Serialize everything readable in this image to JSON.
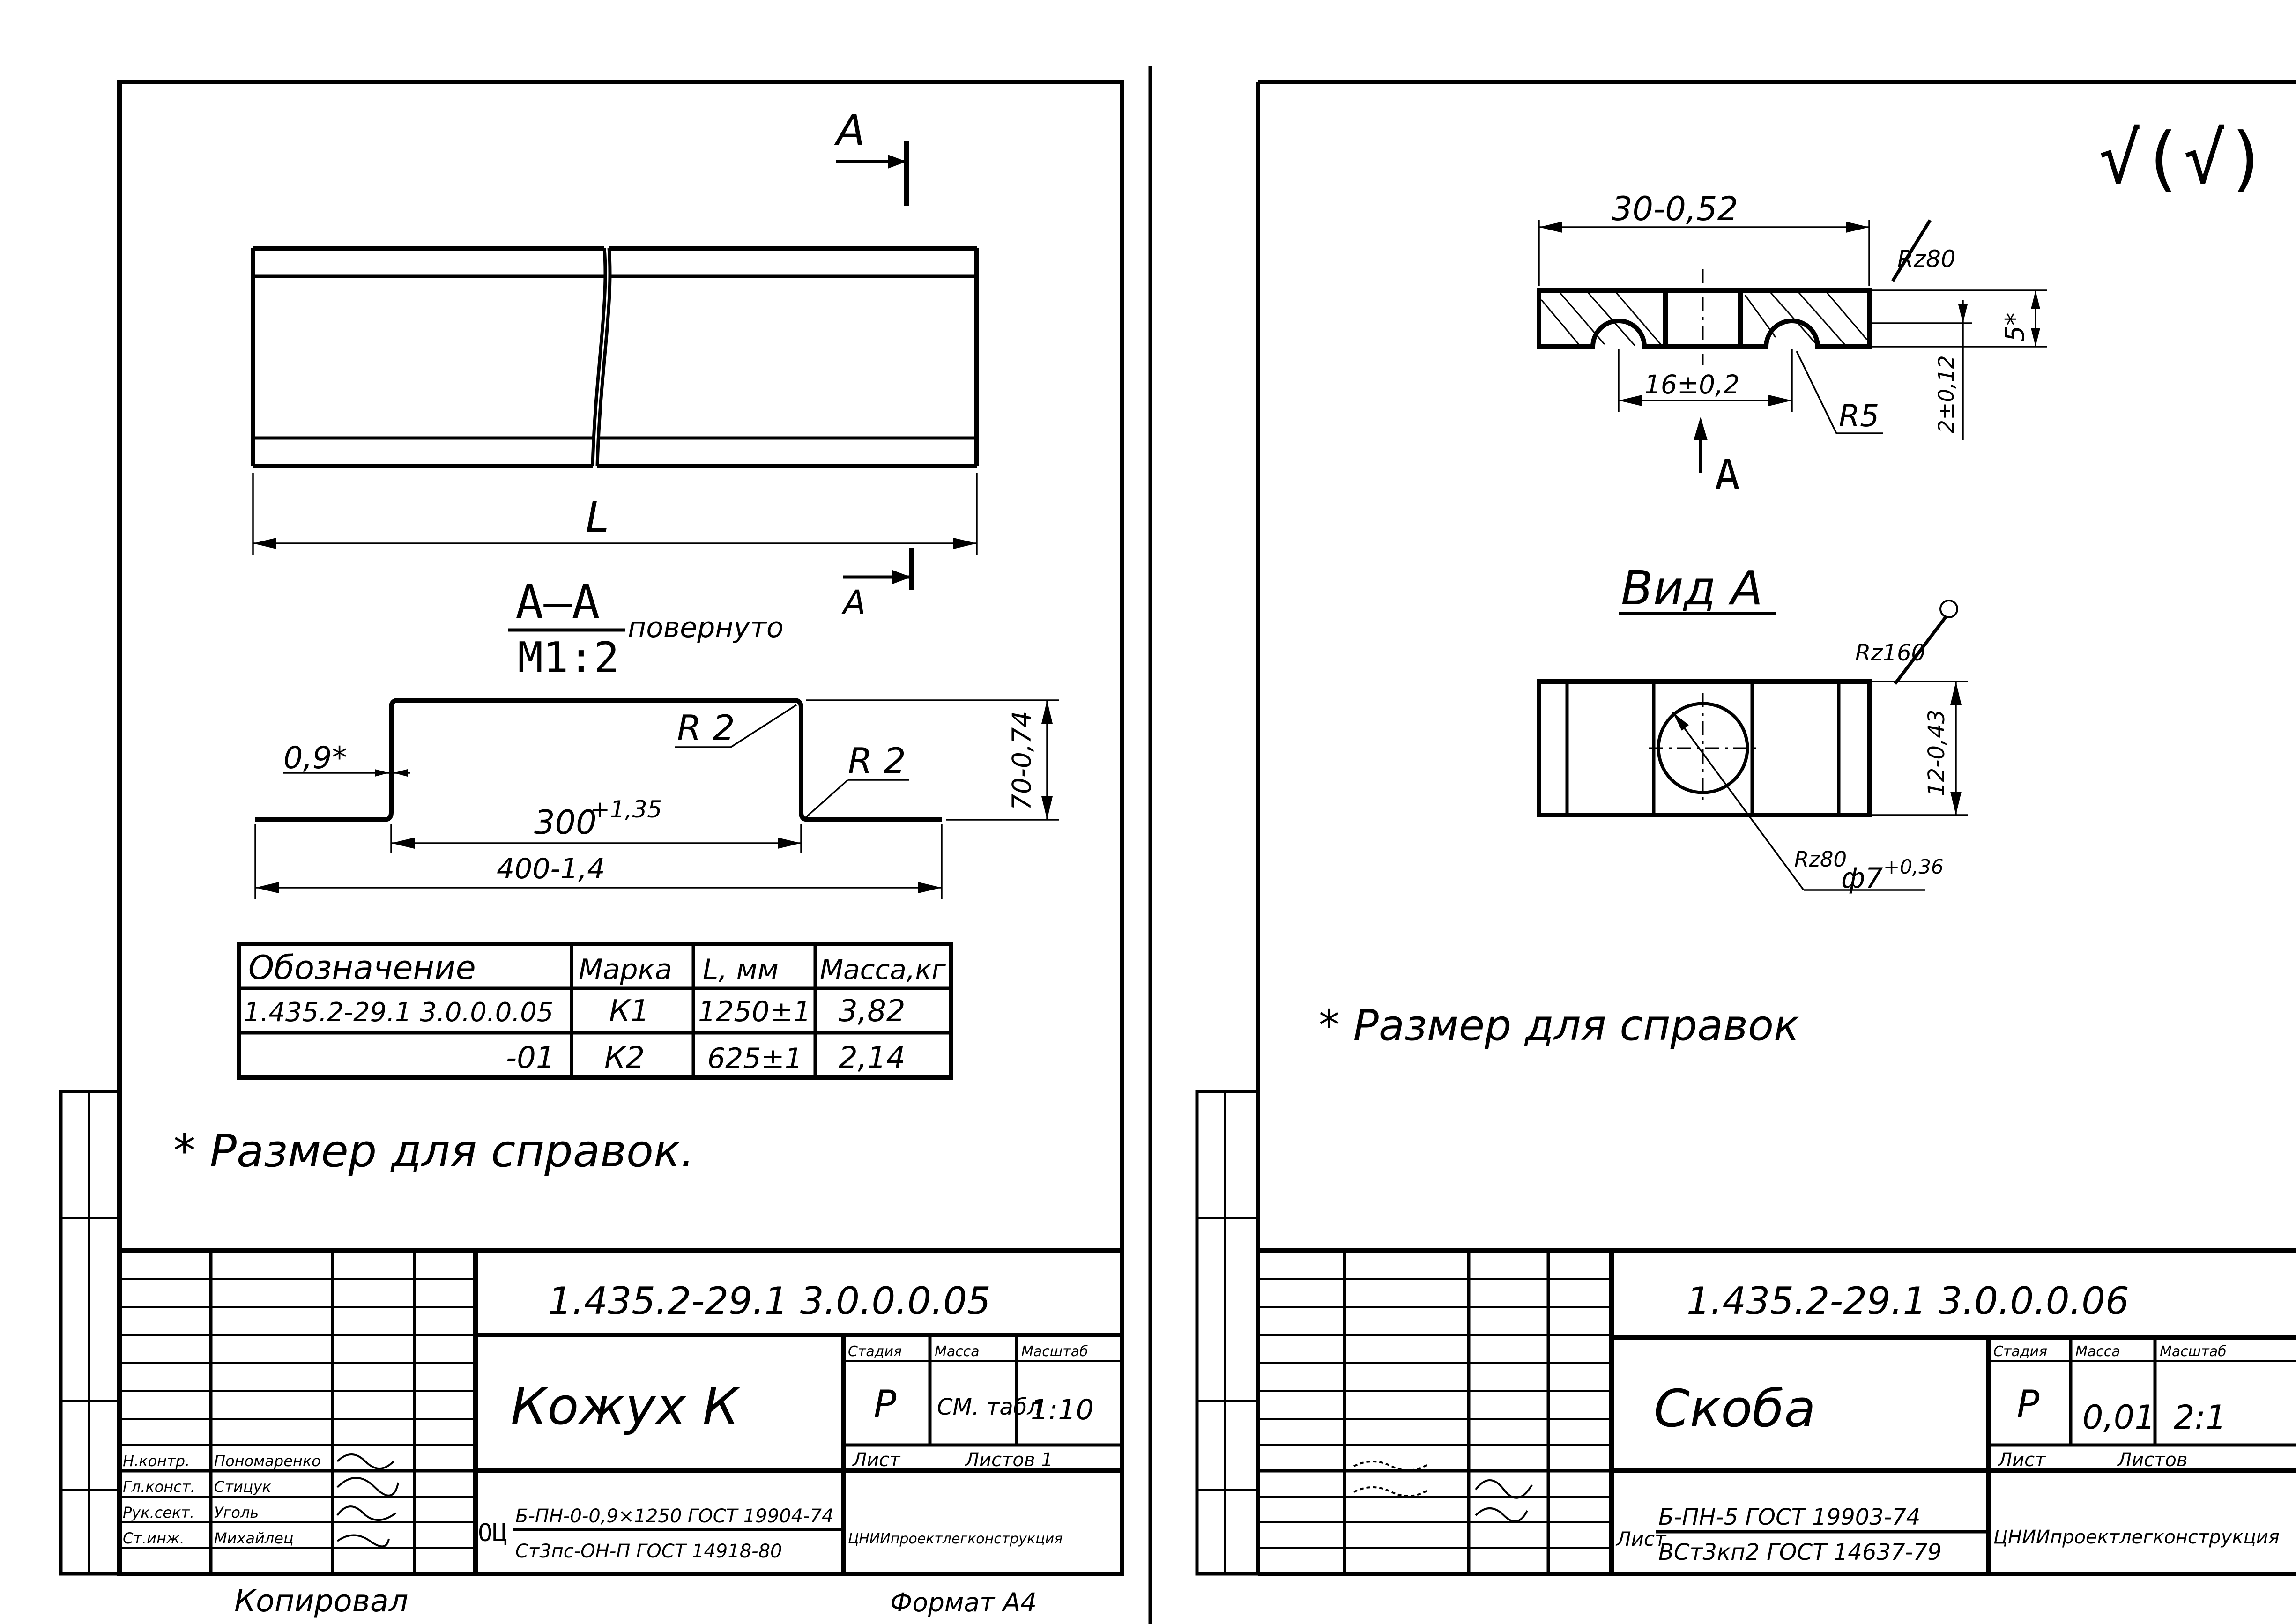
{
  "left_sheet": {
    "section_marker": "А",
    "length_label": "L",
    "section_title_top": "А–А",
    "section_title_bottom": "М1:2",
    "section_note": "повернуто",
    "dims": {
      "thickness": "0,9*",
      "radius_1": "R 2",
      "radius_2": "R 2",
      "inner_width": "300",
      "inner_tol": "+1,35",
      "outer_width": "400-1,4",
      "height": "70-0,74"
    },
    "table": {
      "headers": [
        "Обозначение",
        "Марка",
        "L, мм",
        "Масса,кг"
      ],
      "rows": [
        [
          "1.435.2-29.1 3.0.0.0.05",
          "К1",
          "1250±1",
          "3,82"
        ],
        [
          "-01",
          "К2",
          "625±1",
          "2,14"
        ]
      ]
    },
    "note": "* Размер для справок.",
    "title_block": {
      "doc_code": "1.435.2-29.1   3.0.0.0.05",
      "name": "Кожух К",
      "stage_label": "Стадия",
      "stage": "Р",
      "mass_label": "Масса",
      "mass": "СМ. табл",
      "scale_label": "Масштаб",
      "scale": "1:10",
      "sheet_label": "Лист",
      "sheets_label": "Листов 1",
      "material_line1": "Б-ПН-0-0,9×1250 ГОСТ 19904-74",
      "material_line2": "Ст3пс-ОН-П ГОСТ 14918-80",
      "material_prefix": "ОЦ",
      "org": "ЦНИИпроектлегконструкция",
      "roles": [
        "Н.контр.",
        "Гл.конст.",
        "Рук.сект.",
        "Ст.инж."
      ],
      "names": [
        "Пономаренко",
        "Стицук",
        "Уголь",
        "Михайлец"
      ]
    },
    "footer_copy": "Копировал",
    "footer_format": "Формат А4"
  },
  "right_sheet": {
    "roughness_top": "√(√)",
    "dims": {
      "width": "30-0,52",
      "rz_1": "Rz80",
      "height": "5*",
      "hole_spacing": "16±0,2",
      "radius": "R5",
      "groove": "2±0,12",
      "view_arrow": "А"
    },
    "view_title": "Вид А",
    "view_dims": {
      "rz_2": "Rz160",
      "height": "12-0,43",
      "rz_3": "Rz80",
      "hole": "ф7",
      "hole_tol": "+0,36"
    },
    "note": "* Размер для справок",
    "title_block": {
      "doc_code": "1.435.2-29.1     3.0.0.0.06",
      "name": "Скоба",
      "stage_label": "Стадия",
      "stage": "Р",
      "mass_label": "Масса",
      "mass": "0,01",
      "scale_label": "Масштаб",
      "scale": "2:1",
      "sheet_label": "Лист",
      "sheets_label": "Листов",
      "material_prefix": "Лист",
      "material_line1": "Б-ПН-5 ГОСТ 19903-74",
      "material_line2": "ВСт3кп2 ГОСТ 14637-79",
      "org": "ЦНИИпроектлегконструкция"
    }
  }
}
